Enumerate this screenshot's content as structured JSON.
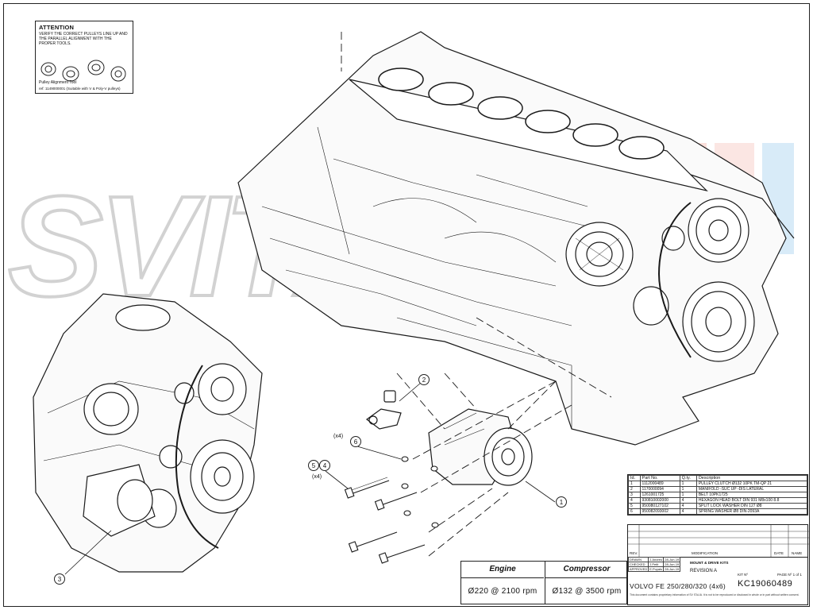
{
  "attention": {
    "title": "ATTENTION",
    "body": "VERIFY THE CORRECT PULLEYS LINE UP AND THE PARALLEL ALIGNMENT WITH THE PROPER TOOLS.",
    "tool": "Pulley Alignment Tool",
    "ref": "ref: 1149000001 (Suitable with V & Poly-V pulleys)"
  },
  "watermark": "SVITALIA",
  "callouts": {
    "c1": "1",
    "c2": "2",
    "c3": "3",
    "c4": "4",
    "c5": "5",
    "c6": "6",
    "x4a": "(x4)",
    "x4b": "(x4)"
  },
  "speed_table": {
    "engine_header": "Engine",
    "compressor_header": "Compressor",
    "engine_value": "Ø220 @ 2100 rpm",
    "compressor_value": "Ø132 @ 3500 rpm"
  },
  "parts_list": {
    "headers": [
      "Id.",
      "Part No.",
      "Q.ty.",
      "Description"
    ],
    "rows": [
      [
        "1",
        "1112000489",
        "1",
        "PULLEY CLUTCH Ø132 10PK TM-QP 21"
      ],
      [
        "2",
        "1170000094",
        "1",
        "MANIFOLD -SUC UP -DIS LATERAL"
      ],
      [
        "3",
        "1261001725",
        "1",
        "BELT 10PK1725"
      ],
      [
        "4",
        "930810002000",
        "4",
        "HEXAGON HEAD BOLT DIN 931 M8x100 8.8"
      ],
      [
        "5",
        "950080127102",
        "4",
        "SPLIT LOCK WASHER DIN 127 Ø8"
      ],
      [
        "6",
        "950082093002",
        "4",
        "SPRING WASHER Ø8 DIN-2093A"
      ]
    ]
  },
  "title_block": {
    "rev": "REV.",
    "modification": "MODIFICATION",
    "date": "DATE",
    "name": "NAME",
    "drawn": "DRAWN",
    "checked": "CHECKED",
    "approved": "APPROVED",
    "drawn_by": "J.Andreu",
    "checked_by": "J.Petit",
    "approved_by": "E.Puyals",
    "drawn_date": "28-Jun-19",
    "checked_date": "28-Jun-19",
    "approved_date": "28-Jun-19",
    "company_label": "MOUNT & DRIVE KITS",
    "revision": "REVISION  A",
    "kit_label": "KIT Nº",
    "page_label": "PAGE Nº  1 of 1",
    "kit_number": "KC19060489",
    "title": "VOLVO FE 250/280/320 (4x6)",
    "footer": "This document contains proprietary information of SV ITALIA. It is not to be reproduced or disclosed in whole or in part without written consent."
  },
  "colors": {
    "line": "#1a1a1a",
    "watermark_gray": "#d9d9d9",
    "watermark_red": "#f3b7ae",
    "watermark_blue": "#a8d3ef"
  }
}
